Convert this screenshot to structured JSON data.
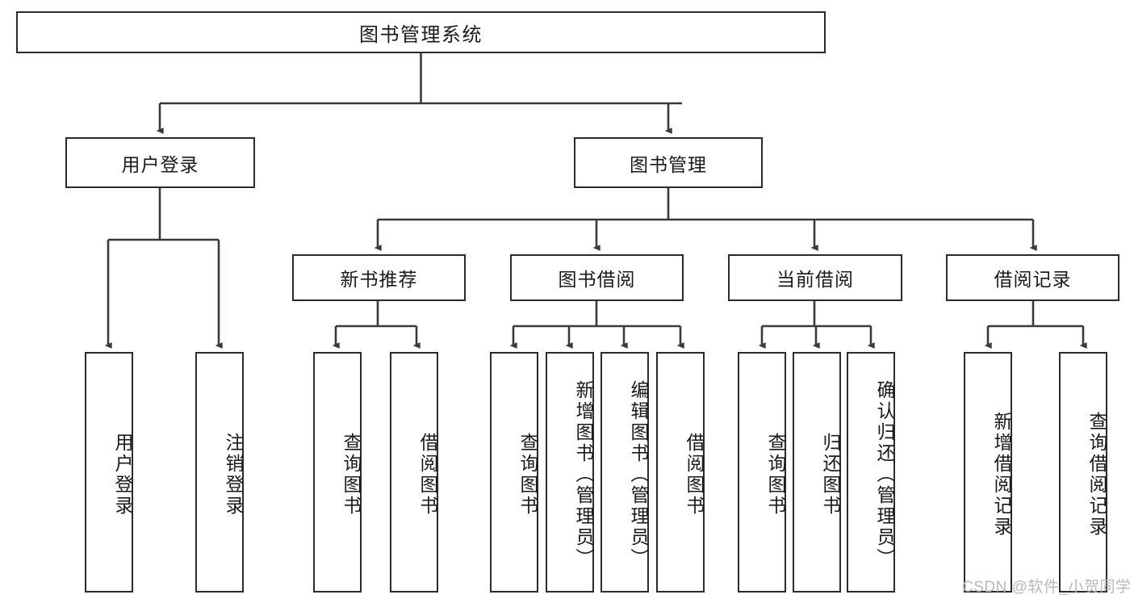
{
  "diagram": {
    "type": "hierarchy-tree",
    "title": "图书管理系统",
    "watermark": "CSDN @软件_小贺同学",
    "colors": {
      "box_border": "#2b2b2b",
      "box_fill": "#ffffff",
      "connector": "#3a3a3a",
      "text": "#1a1a1a",
      "watermark": "#b9b9b9"
    },
    "levels": {
      "level1": {
        "label": "图书管理系统"
      },
      "level2": [
        {
          "label": "用户登录"
        },
        {
          "label": "图书管理"
        }
      ],
      "level3": [
        {
          "label": "新书推荐"
        },
        {
          "label": "图书借阅"
        },
        {
          "label": "当前借阅"
        },
        {
          "label": "借阅记录"
        }
      ]
    },
    "nodes": {
      "root": "图书管理系统",
      "user_login": "用户登录",
      "book_manage": "图书管理",
      "new_book_rec": "新书推荐",
      "book_borrow": "图书借阅",
      "current_borrow": "当前借阅",
      "borrow_record": "借阅记录",
      "leaf_user_login": "用户登录",
      "leaf_logout_login": "注销登录",
      "leaf_query_book_1": "查询图书",
      "leaf_borrow_book_1": "借阅图书",
      "leaf_query_book_2": "查询图书",
      "leaf_add_book_admin": "新增图书（管理员）",
      "leaf_edit_book_admin": "编辑图书（管理员）",
      "leaf_borrow_book_2": "借阅图书",
      "leaf_query_book_3": "查询图书",
      "leaf_return_book": "归还图书",
      "leaf_confirm_return_admin": "确认归还（管理员）",
      "leaf_add_borrow_record": "新增借阅记录",
      "leaf_query_borrow_record": "查询借阅记录"
    }
  }
}
